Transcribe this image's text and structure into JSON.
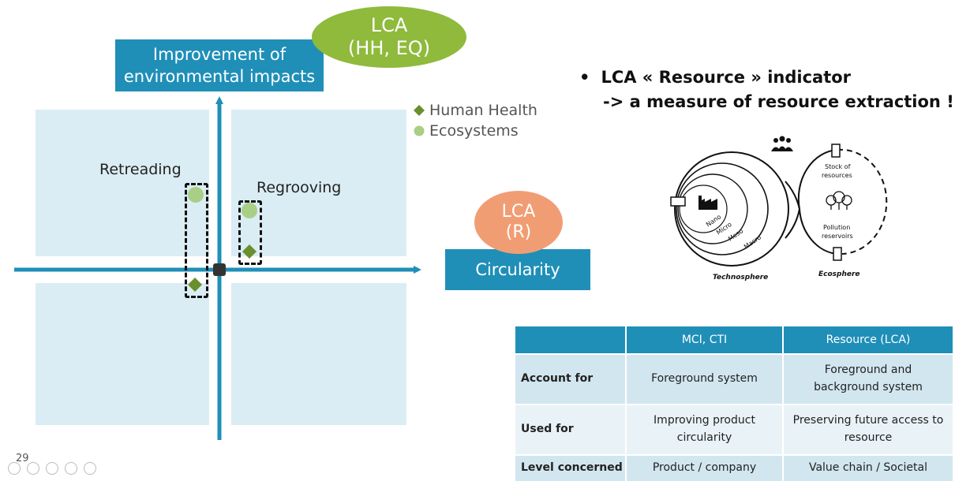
{
  "slide": {
    "page_number": "29",
    "axis_labels": {
      "vertical": "Improvement of environmental impacts",
      "vertical_line1": "Improvement of",
      "vertical_line2": "environmental impacts",
      "horizontal": "Circularity"
    },
    "ovals": {
      "top": {
        "line1": "LCA",
        "line2": "(HH, EQ)",
        "color": "#8fba3c"
      },
      "right": {
        "line1": "LCA",
        "line2": "(R)",
        "color": "#f19d74"
      }
    },
    "legend": [
      {
        "marker": "diamond",
        "color": "#6b8e2f",
        "label": "Human Health"
      },
      {
        "marker": "circle",
        "color": "#a8cf85",
        "label": "Ecosystems"
      }
    ],
    "quadrant_labels": {
      "retreading": "Retreading",
      "regrooving": "Regrooving"
    },
    "bullet": {
      "line1": "LCA « Resource » indicator",
      "line2": "-> a measure of resource extraction !"
    },
    "diagram": {
      "labels": {
        "nano": "Nano",
        "micro": "Micro",
        "meso": "Meso",
        "macro": "Macro",
        "technosphere": "Technosphere",
        "ecosphere": "Ecosphere",
        "stock_line1": "Stock of",
        "stock_line2": "resources",
        "pollution_line1": "Pollution",
        "pollution_line2": "reservoirs"
      }
    },
    "table": {
      "headers": [
        "",
        "MCI, CTI",
        "Resource (LCA)"
      ],
      "rows": [
        {
          "label": "Account for",
          "mci": "Foreground system",
          "resource": "Foreground and background system"
        },
        {
          "label": "Used for",
          "mci": "Improving product circularity",
          "resource": "Preserving future access to resource"
        },
        {
          "label": "Level concerned",
          "mci": "Product / company",
          "resource": "Value chain / Societal"
        }
      ]
    },
    "colors": {
      "accent_blue": "#1f8fb8",
      "quadrant_fill": "#daedf4"
    }
  }
}
